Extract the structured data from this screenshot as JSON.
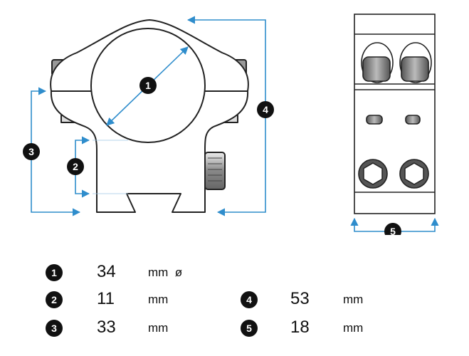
{
  "callouts": {
    "c1": "1",
    "c2": "2",
    "c3": "3",
    "c4": "4",
    "c5": "5"
  },
  "legend": [
    {
      "number": "1",
      "value": "34",
      "unit": "mm  ø"
    },
    {
      "number": "2",
      "value": "11",
      "unit": "mm"
    },
    {
      "number": "3",
      "value": "33",
      "unit": "mm"
    },
    {
      "number": "4",
      "value": "53",
      "unit": "mm"
    },
    {
      "number": "5",
      "value": "18",
      "unit": "mm"
    }
  ],
  "colors": {
    "dimension_line": "#2f8dcc",
    "outline": "#222222",
    "badge": "#111111"
  }
}
